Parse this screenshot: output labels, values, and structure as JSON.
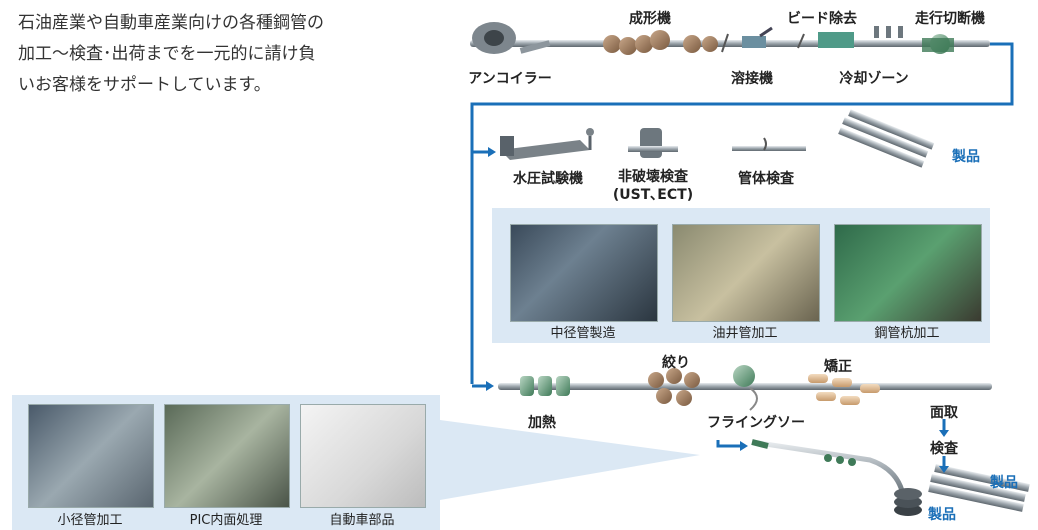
{
  "intro": {
    "line1": "石油産業や自動車産業向けの各種鋼管の",
    "line2": "加工～検査･出荷までを一元的に請け負",
    "line3": "いお客様をサポートしています。"
  },
  "process_top": {
    "forming": "成形機",
    "bead_removal": "ビード除去",
    "cutoff": "走行切断機",
    "uncoiler": "アンコイラー",
    "welding": "溶接機",
    "cooling": "冷却ゾーン"
  },
  "inspection": {
    "hydro_test": "水圧試験機",
    "ndt_line1": "非破壊検査",
    "ndt_line2": "(UST､ECT)",
    "body_inspection": "管体検査",
    "product": "製品"
  },
  "photos": {
    "p1_caption": "中径管製造",
    "p2_caption": "油井管加工",
    "p3_caption": "鋼管杭加工"
  },
  "process_bottom": {
    "squeeze": "絞り",
    "straighten": "矯正",
    "heating": "加熱",
    "flying_saw": "フライングソー",
    "chamfer": "面取",
    "inspect": "検査",
    "product1": "製品",
    "product2": "製品"
  },
  "bottom_photos": {
    "p1_caption": "小径管加工",
    "p2_caption": "PIC内面処理",
    "p3_caption": "自動車部品"
  },
  "colors": {
    "flow_line": "#1a6fb8",
    "panel_bg": "#dbe8f4",
    "pipe": "#8a949c"
  }
}
